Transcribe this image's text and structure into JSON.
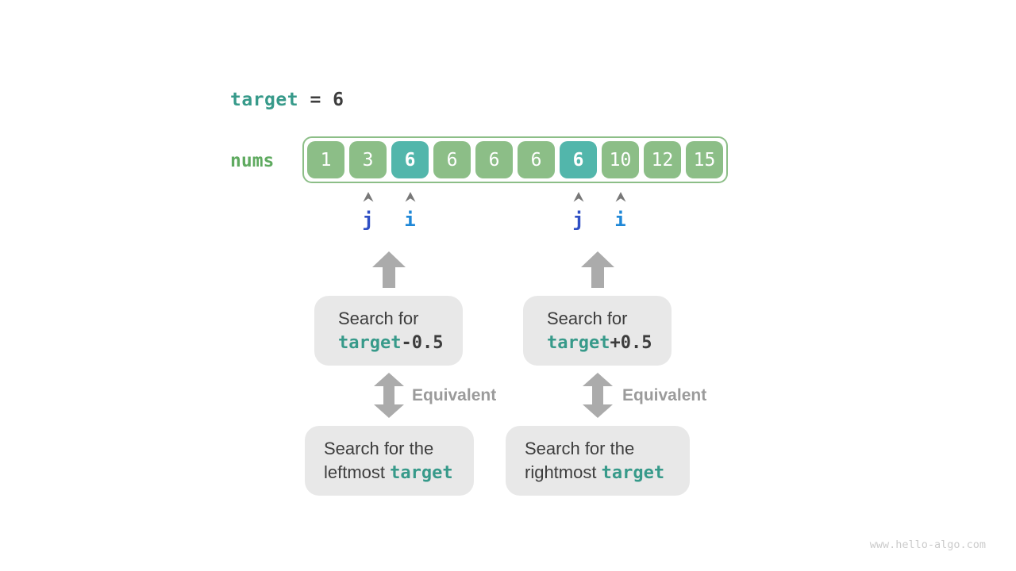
{
  "colors": {
    "teal-box": "#52b6ab",
    "green-box": "#8cbe87",
    "teal-text": "#379a8a",
    "green-text": "#5faa60",
    "dark-text": "#3d3d3d",
    "arrow-gray": "#ababab",
    "caret-gray": "#787878",
    "equiv-gray": "#9b9b9b",
    "box-bg": "#e8e8e8",
    "pointer-j": "#2f4fc4",
    "pointer-i": "#1e87d7",
    "watermark-gray": "#cbcbcb"
  },
  "header": {
    "var_name": "target",
    "equals": "=",
    "value": "6"
  },
  "array": {
    "label": "nums",
    "cells": [
      {
        "value": "1",
        "highlight": false
      },
      {
        "value": "3",
        "highlight": false
      },
      {
        "value": "6",
        "highlight": true
      },
      {
        "value": "6",
        "highlight": false
      },
      {
        "value": "6",
        "highlight": false
      },
      {
        "value": "6",
        "highlight": false
      },
      {
        "value": "6",
        "highlight": true
      },
      {
        "value": "10",
        "highlight": false
      },
      {
        "value": "12",
        "highlight": false
      },
      {
        "value": "15",
        "highlight": false
      }
    ]
  },
  "pointers": [
    {
      "label": "j"
    },
    {
      "label": "i"
    },
    {
      "label": "j"
    },
    {
      "label": "i"
    }
  ],
  "left_flow": {
    "search_line1": "Search for",
    "search_code": "target",
    "search_offset": "-0.5",
    "equivalent": "Equivalent",
    "result_line1": "Search for the",
    "result_prefix": "leftmost ",
    "result_code": "target"
  },
  "right_flow": {
    "search_line1": "Search for",
    "search_code": "target",
    "search_offset": "+0.5",
    "equivalent": "Equivalent",
    "result_line1": "Search for the",
    "result_prefix": "rightmost ",
    "result_code": "target"
  },
  "watermark": "www.hello-algo.com"
}
